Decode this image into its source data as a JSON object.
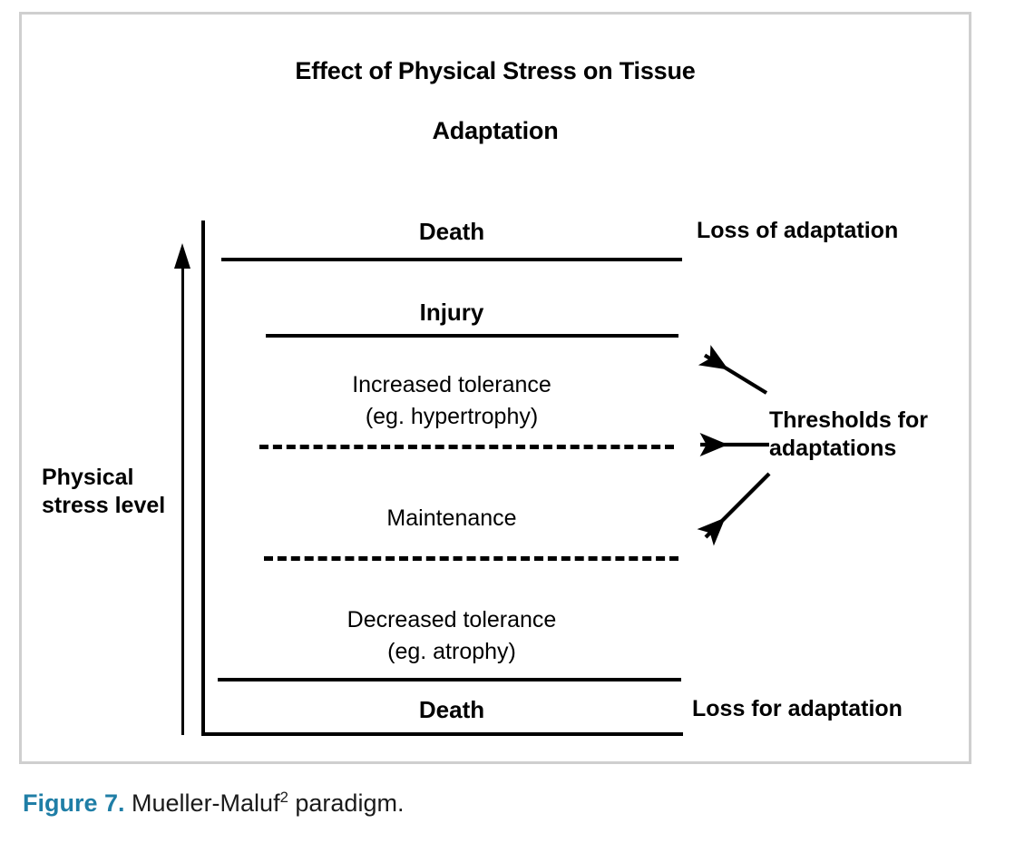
{
  "figure": {
    "title": {
      "line1": "Effect of Physical Stress on Tissue",
      "line2": "Adaptation"
    },
    "y_axis_label": "Physical\nstress\nlevel",
    "bands": [
      {
        "id": "death-top",
        "label": "Death",
        "weight": "bold"
      },
      {
        "id": "injury",
        "label": "Injury",
        "weight": "bold"
      },
      {
        "id": "increased",
        "label": "Increased tolerance\n(eg. hypertrophy)",
        "weight": "plain"
      },
      {
        "id": "maintenance",
        "label": "Maintenance",
        "weight": "plain"
      },
      {
        "id": "decreased",
        "label": "Decreased tolerance\n(eg. atrophy)",
        "weight": "plain"
      },
      {
        "id": "death-bottom",
        "label": "Death",
        "weight": "bold"
      }
    ],
    "side_labels": {
      "loss_top": "Loss of adaptation",
      "loss_bottom": "Loss for adaptation",
      "thresholds": "Thresholds for\nadaptations"
    },
    "separators": [
      {
        "id": "line-death-top",
        "style": "solid"
      },
      {
        "id": "line-injury",
        "style": "solid"
      },
      {
        "id": "line-dash-upper",
        "style": "dashed"
      },
      {
        "id": "line-dash-lower",
        "style": "dashed"
      },
      {
        "id": "line-death-lower",
        "style": "solid"
      }
    ],
    "colors": {
      "ink": "#000000",
      "frame": "#cfcfcf",
      "caption_accent": "#1f7ea6"
    }
  },
  "caption": {
    "figure_number": "Figure 7.",
    "text_before": " Mueller-Maluf",
    "superscript": "2",
    "text_after": " paradigm."
  }
}
